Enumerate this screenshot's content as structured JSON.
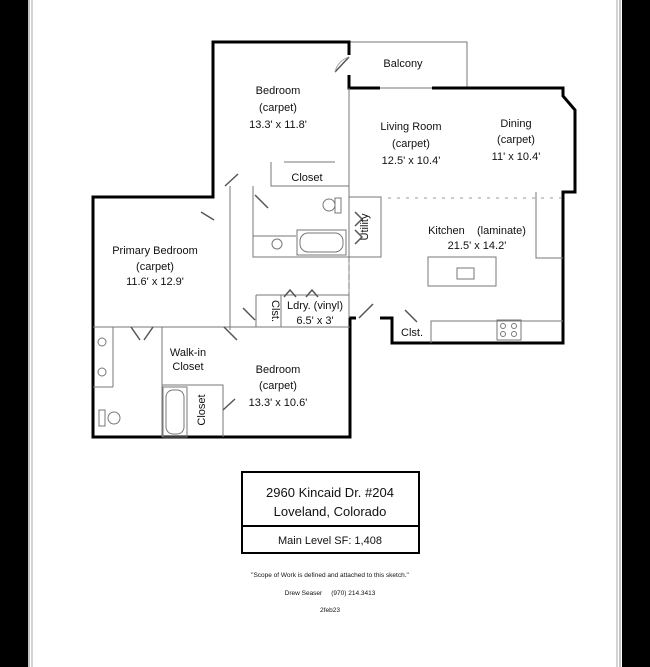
{
  "rooms": {
    "balcony": {
      "name": "Balcony"
    },
    "bedroom_top": {
      "name": "Bedroom",
      "floor": "(carpet)",
      "size": "13.3' x 11.8'"
    },
    "living": {
      "name": "Living Room",
      "floor": "(carpet)",
      "size": "12.5' x 10.4'"
    },
    "dining": {
      "name": "Dining",
      "floor": "(carpet)",
      "size": "11' x 10.4'"
    },
    "closet_top": {
      "name": "Closet"
    },
    "utility": {
      "name": "Utility"
    },
    "kitchen": {
      "name": "Kitchen    (laminate)",
      "size": "21.5' x 14.2'"
    },
    "primary": {
      "name": "Primary Bedroom",
      "floor": "(carpet)",
      "size": "11.6' x 12.9'"
    },
    "clst_laundry": {
      "name": "Clst."
    },
    "laundry": {
      "name": "Ldry. (vinyl)",
      "size": "6.5' x 3'"
    },
    "clst_kitchen": {
      "name": "Clst."
    },
    "walkin": {
      "line1": "Walk-in",
      "line2": "Closet"
    },
    "bedroom_bottom": {
      "name": "Bedroom",
      "floor": "(carpet)",
      "size": "13.3' x 10.6'"
    },
    "closet_bottom": {
      "name": "Closet"
    }
  },
  "info": {
    "address1": "2960 Kincaid Dr. #204",
    "address2": "Loveland, Colorado",
    "sf": "Main Level SF: 1,408"
  },
  "footer": {
    "note": "\"Scope of Work is defined and attached to this sketch.\"",
    "contact": "Drew Seaser     (970) 214.3413",
    "date": "2feb23"
  }
}
